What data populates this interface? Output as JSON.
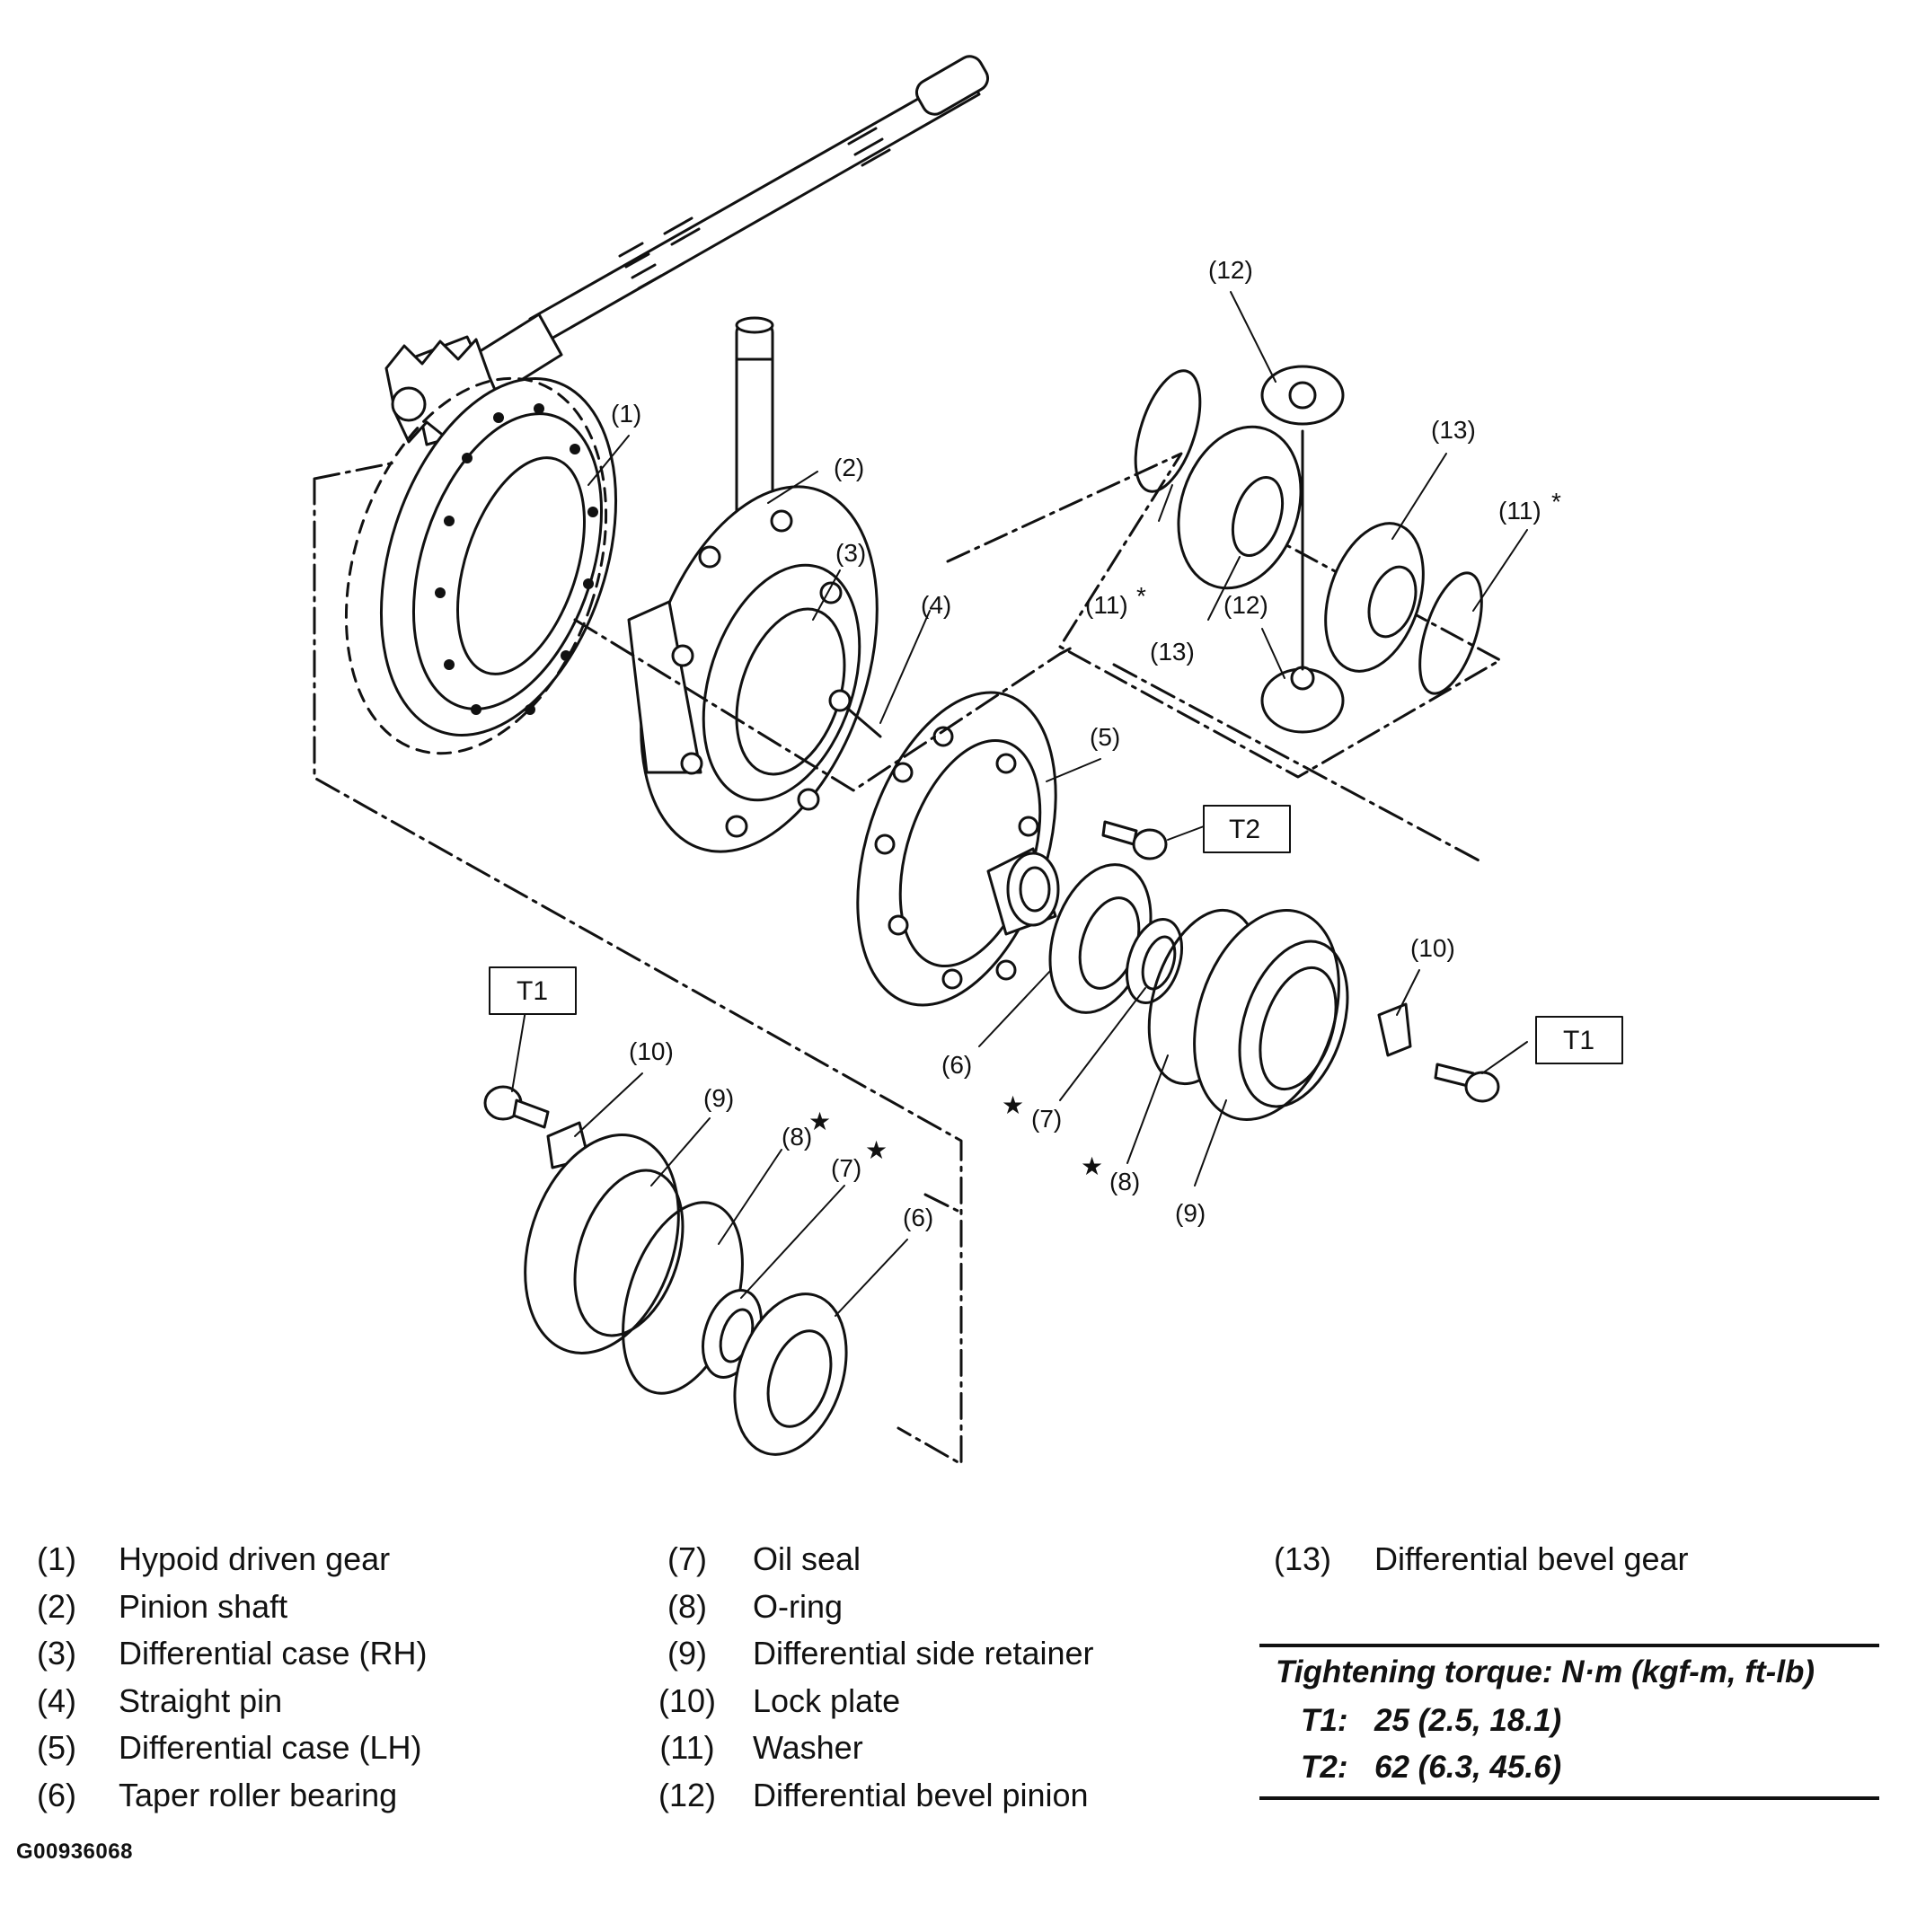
{
  "diagram": {
    "callouts": {
      "c1": "(1)",
      "c2": "(2)",
      "c3": "(3)",
      "c4": "(4)",
      "c5": "(5)",
      "c6_right": "(6)",
      "c6_left": "(6)",
      "c7_right": "(7)",
      "c7_left": "(7)",
      "c8_right": "(8)",
      "c8_left": "(8)",
      "c9_right": "(9)",
      "c9_left": "(9)",
      "c10_right": "(10)",
      "c10_left": "(10)",
      "c11_upper": "(11)",
      "c11_lower": "(11)",
      "c12_upper": "(12)",
      "c12_lower": "(12)",
      "c13_upper": "(13)",
      "c13_lower": "(13)"
    },
    "torque_boxes": {
      "t2": "T2",
      "t1_right": "T1",
      "t1_left": "T1"
    },
    "symbols": {
      "star": "★",
      "asterisk": "*"
    }
  },
  "legend": {
    "col1": [
      {
        "num": "(1)",
        "name": "Hypoid driven gear"
      },
      {
        "num": "(2)",
        "name": "Pinion shaft"
      },
      {
        "num": "(3)",
        "name": "Differential case (RH)"
      },
      {
        "num": "(4)",
        "name": "Straight pin"
      },
      {
        "num": "(5)",
        "name": "Differential case (LH)"
      },
      {
        "num": "(6)",
        "name": "Taper roller bearing"
      }
    ],
    "col2": [
      {
        "num": "(7)",
        "name": "Oil seal"
      },
      {
        "num": "(8)",
        "name": "O-ring"
      },
      {
        "num": "(9)",
        "name": "Differential side retainer"
      },
      {
        "num": "(10)",
        "name": "Lock plate"
      },
      {
        "num": "(11)",
        "name": "Washer"
      },
      {
        "num": "(12)",
        "name": "Differential bevel pinion"
      }
    ],
    "col3": [
      {
        "num": "(13)",
        "name": "Differential bevel gear"
      }
    ]
  },
  "torque": {
    "title": "Tightening torque: N·m (kgf-m, ft-lb)",
    "rows": [
      {
        "key": "T1:",
        "value": "25 (2.5, 18.1)"
      },
      {
        "key": "T2:",
        "value": "62 (6.3, 45.6)"
      }
    ]
  },
  "figure_id": "G00936068"
}
